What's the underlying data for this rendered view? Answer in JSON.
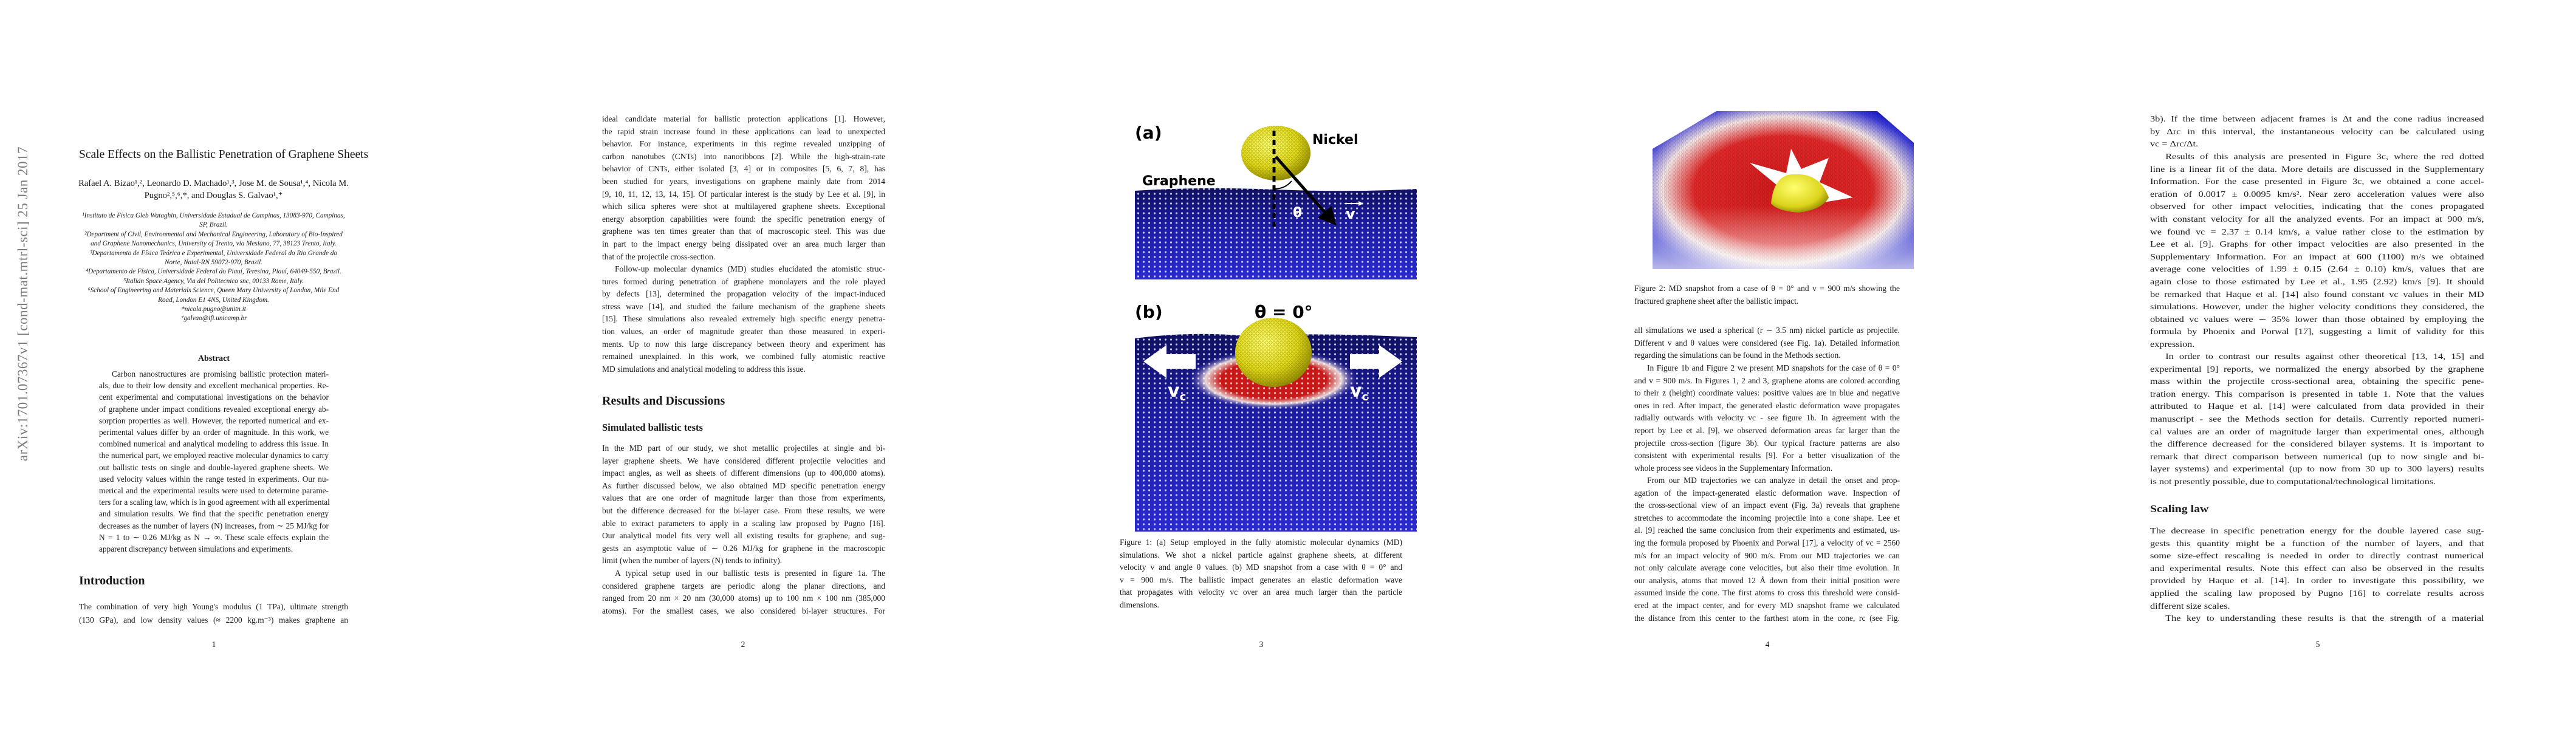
{
  "arxiv_stamp": "arXiv:1701.07367v1  [cond-mat.mtrl-sci]  25 Jan 2017",
  "colors": {
    "graphene_blue": "#1a1aa8",
    "nickel_yellow": "#e8e020",
    "deformation_red": "#d21c1c"
  },
  "p1": {
    "title": "Scale Effects on the Ballistic Penetration of Graphene Sheets",
    "authors": [
      "Rafael A. Bizao¹,², Leonardo D. Machado¹,³, Jose M. de Sousa¹,⁴, Nicola M.",
      "Pugno²,⁵,⁶,*, and Douglas S. Galvao¹,⁺"
    ],
    "affiliations": [
      "¹Instituto de Física Gleb Wataghin, Universidade Estadual de Campinas, 13083-970, Campinas,",
      "SP, Brazil.",
      "²Department of Civil, Environmental and Mechanical Engineering, Laboratory of Bio-Inspired",
      "and Graphene Nanomechanics, University of Trento, via Mesiano, 77, 38123 Trento, Italy.",
      "³Departamento de Física Teórica e Experimental, Universidade Federal do Rio Grande do",
      "Norte, Natal-RN 59072-970, Brazil.",
      "⁴Departamento de Física, Universidade Federal do Piauí, Teresina, Piauí, 64049-550, Brazil.",
      "⁵Italian Space Agency, Via del Politecnico snc, 00133 Rome, Italy.",
      "⁶School of Engineering and Materials Science, Queen Mary University of London, Mile End",
      "Road, London E1 4NS, United Kingdom.",
      "*nicola.pugno@unitn.it",
      "⁺galvao@ifi.unicamp.br"
    ],
    "abstract_heading": "Abstract",
    "abstract": [
      "Carbon nanostructures are promising ballistic protection materi-",
      "als, due to their low density and excellent mechanical properties. Re-",
      "cent experimental and computational investigations on the behavior",
      "of graphene under impact conditions revealed exceptional energy ab-",
      "sorption properties as well. However, the reported numerical and ex-",
      "perimental values differ by an order of magnitude. In this work, we",
      "combined numerical and analytical modeling to address this issue. In",
      "the numerical part, we employed reactive molecular dynamics to carry",
      "out ballistic tests on single and double-layered graphene sheets. We",
      "used velocity values within the range tested in experiments. Our nu-",
      "merical and the experimental results were used to determine parame-",
      "ters for a scaling law, which is in good agreement with all experimental",
      "and simulation results. We find that the specific penetration energy",
      "decreases as the number of layers (N) increases, from ∼ 25 MJ/kg for",
      "N = 1 to ∼ 0.26 MJ/kg as N → ∞. These scale effects explain the",
      "apparent discrepancy between simulations and experiments."
    ],
    "intro_heading": "Introduction",
    "intro": [
      "The combination of very high Young's modulus (1 TPa), ultimate strength",
      "(130 GPa), and low density values (≈ 2200 kg.m⁻³) makes graphene an"
    ],
    "page_number": "1"
  },
  "p2": {
    "para1": [
      "ideal candidate material for ballistic protection applications [1]. However,",
      "the rapid strain increase found in these applications can lead to unexpected",
      "behavior. For instance, experiments in this regime revealed unzipping of",
      "carbon nanotubes (CNTs) into nanoribbons [2]. While the high-strain-rate",
      "behavior of CNTs, either isolated [3, 4] or in composites [5, 6, 7, 8], has",
      "been studied for years, investigations on graphene mainly date from 2014",
      "[9, 10, 11, 12, 13, 14, 15]. Of particular interest is the study by Lee et al. [9], in",
      "which silica spheres were shot at multilayered graphene sheets. Exceptional",
      "energy absorption capabilities were found: the specific penetration energy of",
      "graphene was ten times greater than that of macroscopic steel. This was due",
      "in part to the impact energy being dissipated over an area much larger than",
      "that of the projectile cross-section."
    ],
    "para2": [
      "Follow-up molecular dynamics (MD) studies elucidated the atomistic struc-",
      "tures formed during penetration of graphene monolayers and the role played",
      "by defects [13], determined the propagation velocity of the impact-induced",
      "stress wave [14], and studied the failure mechanism of the graphene sheets",
      "[15]. These simulations also revealed extremely high specific energy penetra-",
      "tion values, an order of magnitude greater than those measured in experi-",
      "ments. Up to now this large discrepancy between theory and experiment has",
      "remained unexplained. In this work, we combined fully atomistic reactive",
      "MD simulations and analytical modeling to address this issue."
    ],
    "results_heading": "Results and Discussions",
    "subheading": "Simulated ballistic tests",
    "para3": [
      "In the MD part of our study, we shot metallic projectiles at single and bi-",
      "layer graphene sheets. We have considered different projectile velocities and",
      "impact angles, as well as sheets of different dimensions (up to 400,000 atoms).",
      "As further discussed below, we also obtained MD specific penetration energy",
      "values that are one order of magnitude larger than those from experiments,",
      "but the difference decreased for the bi-layer case. From these results, we were",
      "able to extract parameters to apply in a scaling law proposed by Pugno [16].",
      "Our analytical model fits very well all existing results for graphene, and sug-",
      "gests an asymptotic value of ∼ 0.26 MJ/kg for graphene in the macroscopic",
      "limit (when the number of layers (N) tends to infinity)."
    ],
    "para4": [
      "A typical setup used in our ballistic tests is presented in figure 1a. The",
      "considered graphene targets are periodic along the planar directions, and",
      "ranged from 20 nm × 20 nm (30,000 atoms) up to 100 nm × 100 nm (385,000",
      "atoms). For the smallest cases, we also considered bi-layer structures. For"
    ],
    "page_number": "2"
  },
  "p3": {
    "figure": {
      "label_a": "(a)",
      "nickel": "Nickel",
      "graphene": "Graphene",
      "theta": "θ",
      "v": "v",
      "label_b": "(b)",
      "theta_zero": "θ = 0°",
      "vc": "v",
      "vc_sub": "c"
    },
    "caption": [
      "Figure 1: (a) Setup employed in the fully atomistic molecular dynamics (MD)",
      "simulations. We shot a nickel particle against graphene sheets, at different",
      "velocity v and angle θ values. (b) MD snapshot from a case with θ = 0° and",
      "v = 900 m/s. The ballistic impact generates an elastic deformation wave",
      "that propagates with velocity vc over an area much larger than the particle",
      "dimensions."
    ],
    "page_number": "3"
  },
  "p4": {
    "caption": [
      "Figure 2: MD snapshot from a case of θ = 0° and v = 900 m/s showing the",
      "fractured graphene sheet after the ballistic impact."
    ],
    "para1": [
      "all simulations we used a spherical (r ∼ 3.5 nm) nickel particle as projectile.",
      "Different v and θ values were considered (see Fig. 1a). Detailed information",
      "regarding the simulations can be found in the Methods section."
    ],
    "para2": [
      "In Figure 1b and Figure 2 we present MD snapshots for the case of θ = 0°",
      "and v = 900 m/s. In Figures 1, 2 and 3, graphene atoms are colored according",
      "to their z (height) coordinate values: positive values are in blue and negative",
      "ones in red. After impact, the generated elastic deformation wave propagates",
      "radially outwards with velocity vc - see figure 1b. In agreement with the",
      "report by Lee et al. [9], we observed deformation areas far larger than the",
      "projectile cross-section (figure 3b). Our typical fracture patterns are also",
      "consistent with experimental results [9]. For a better visualization of the",
      "whole process see videos in the Supplementary Information."
    ],
    "para3": [
      "From our MD trajectories we can analyze in detail the onset and prop-",
      "agation of the impact-generated elastic deformation wave. Inspection of",
      "the cross-sectional view of an impact event (Fig. 3a) reveals that graphene",
      "stretches to accommodate the incoming projectile into a cone shape. Lee et",
      "al. [9] reached the same conclusion from their experiments and estimated, us-",
      "ing the formula proposed by Phoenix and Porwal [17], a velocity of vc = 2560",
      "m/s for an impact velocity of 900 m/s. From our MD trajectories we can",
      "not only calculate average cone velocities, but also their time evolution. In",
      "our analysis, atoms that moved 12 Å down from their initial position were",
      "assumed inside the cone. The first atoms to cross this threshold were consid-",
      "ered at the impact center, and for every MD snapshot frame we calculated",
      "the distance from this center to the farthest atom in the cone, rc (see Fig."
    ],
    "page_number": "4"
  },
  "p5": {
    "para1": [
      "3b). If the time between adjacent frames is Δt and the cone radius increased",
      "by Δrc in this interval, the instantaneous velocity can be calculated using",
      "vc = Δrc/Δt."
    ],
    "para2": [
      "Results of this analysis are presented in Figure 3c, where the red dotted",
      "line is a linear fit of the data. More details are discussed in the Supplementary",
      "Information. For the case presented in Figure 3c, we obtained a cone accel-",
      "eration of 0.0017 ± 0.0095 km/s². Near zero acceleration values were also",
      "observed for other impact velocities, indicating that the cones propagated",
      "with constant velocity for all the analyzed events. For an impact at 900 m/s,",
      "we found vc = 2.37 ± 0.14 km/s, a value rather close to the estimation by",
      "Lee et al. [9]. Graphs for other impact velocities are also presented in the",
      "Supplementary Information. For an impact at 600 (1100) m/s we obtained",
      "average cone velocities of 1.99 ± 0.15 (2.64 ± 0.10) km/s, values that are",
      "again close to those estimated by Lee et al., 1.95 (2.92) km/s [9]. It should",
      "be remarked that Haque et al. [14] also found constant vc values in their MD",
      "simulations. However, under the higher velocity conditions they considered, the",
      "obtained vc values were ∼ 35% lower than those obtained by employing the",
      "formula by Phoenix and Porwal [17], suggesting a limit of validity for this",
      "expression."
    ],
    "para3": [
      "In order to contrast our results against other theoretical [13, 14, 15] and",
      "experimental [9] reports, we normalized the energy absorbed by the graphene",
      "mass within the projectile cross-sectional area, obtaining the specific pene-",
      "tration energy. This comparison is presented in table 1. Note that the values",
      "attributed to Haque et al. [14] were calculated from data provided in their",
      "manuscript - see the Methods section for details. Currently reported numeri-",
      "cal values are an order of magnitude larger than experimental ones, although",
      "the difference decreased for the considered bilayer systems. It is important to",
      "remark that direct comparison between numerical (up to now single and bi-",
      "layer systems) and experimental (up to now from 30 up to 300 layers) results",
      "is not presently possible, due to computational/technological limitations."
    ],
    "scaling_heading": "Scaling law",
    "para4": [
      "The decrease in specific penetration energy for the double layered case sug-",
      "gests this quantity might be a function of the number of layers, and that",
      "some size-effect rescaling is needed in order to directly contrast numerical",
      "and experimental results. Note this effect can also be observed in the results",
      "provided by Haque et al. [14]. In order to investigate this possibility, we",
      "applied the scaling law proposed by Pugno [16] to correlate results across",
      "different size scales."
    ],
    "para5": [
      "The key to understanding these results is that the strength of a material"
    ],
    "page_number": "5"
  }
}
